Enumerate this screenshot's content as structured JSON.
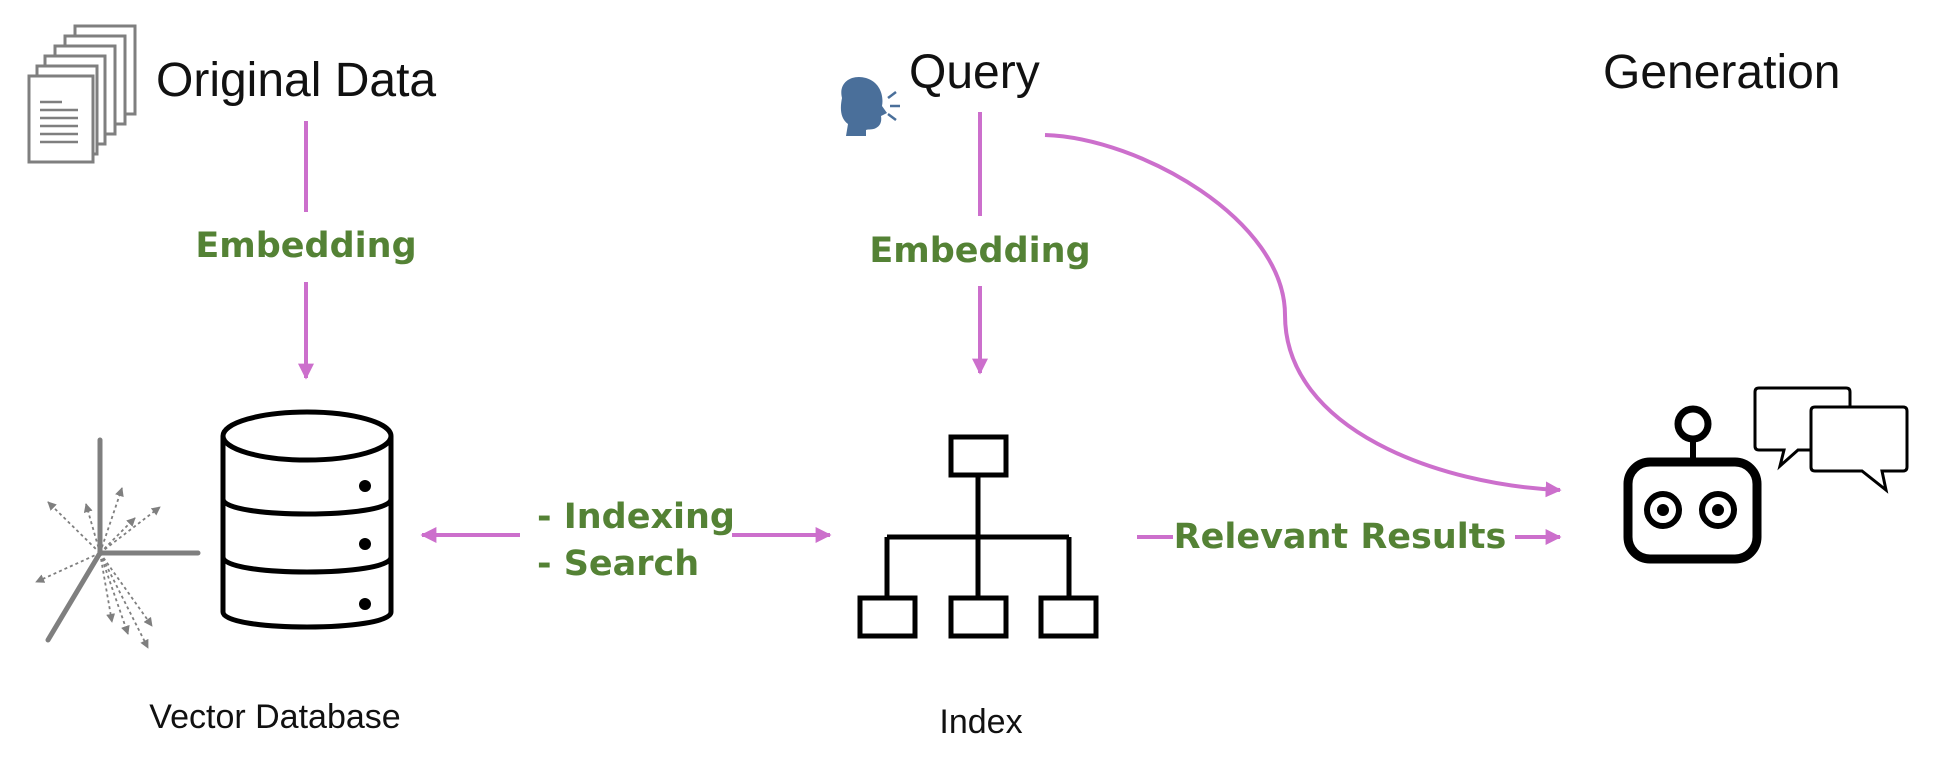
{
  "titles": {
    "original_data": "Original Data",
    "query": "Query",
    "generation": "Generation"
  },
  "step_labels": {
    "embedding_left": "Embedding",
    "embedding_middle": "Embedding",
    "indexing": "- Indexing",
    "search": "- Search",
    "relevant_results": "Relevant Results"
  },
  "component_labels": {
    "vector_database": "Vector Database",
    "index": "Index"
  },
  "icons": {
    "documents": "documents-stack-icon",
    "speaking_head": "speaking-head-icon",
    "vector_axes": "vector-space-icon",
    "database": "database-icon",
    "hierarchy": "hierarchy-index-icon",
    "robot": "robot-icon",
    "speech_bubbles": "speech-bubbles-icon"
  },
  "colors": {
    "arrow": "#cc6fcc",
    "step_label": "#548235",
    "text": "#111111",
    "icon": "#000000",
    "head_icon": "#4a6f9a"
  }
}
